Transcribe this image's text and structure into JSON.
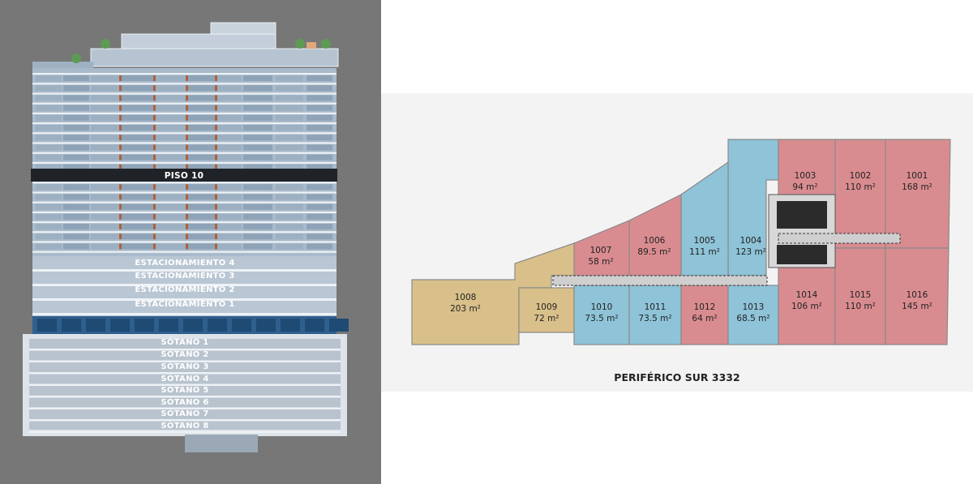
{
  "building": {
    "floor_label": "PISO 10",
    "parking_levels": [
      "ESTACIONAMIENTO 4",
      "ESTACIONAMIENTO 3",
      "ESTACIONAMIENTO 2",
      "ESTACIONAMIENTO 1"
    ],
    "basement_levels": [
      "SÓTANO 1",
      "SÓTANO 2",
      "SÓTANO 3",
      "SÓTANO 4",
      "SÓTANO 5",
      "SÓTANO 6",
      "SÓTANO 7",
      "SÓTANO 8"
    ]
  },
  "plan": {
    "street_label": "PERIFÉRICO SUR 3332",
    "colors": {
      "red": "#d98c90",
      "blue": "#8ec3d8",
      "yellow": "#d9c08a"
    },
    "units": [
      {
        "id": "1001",
        "number": "1001",
        "area": "168 m²",
        "color": "red"
      },
      {
        "id": "1002",
        "number": "1002",
        "area": "110 m²",
        "color": "red"
      },
      {
        "id": "1003",
        "number": "1003",
        "area": "94 m²",
        "color": "red"
      },
      {
        "id": "1004",
        "number": "1004",
        "area": "123 m²",
        "color": "blue"
      },
      {
        "id": "1005",
        "number": "1005",
        "area": "111 m²",
        "color": "blue"
      },
      {
        "id": "1006",
        "number": "1006",
        "area": "89.5 m²",
        "color": "red"
      },
      {
        "id": "1007",
        "number": "1007",
        "area": "58 m²",
        "color": "red"
      },
      {
        "id": "1008",
        "number": "1008",
        "area": "203 m²",
        "color": "yellow"
      },
      {
        "id": "1009",
        "number": "1009",
        "area": "72 m²",
        "color": "yellow"
      },
      {
        "id": "1010",
        "number": "1010",
        "area": "73.5 m²",
        "color": "blue"
      },
      {
        "id": "1011",
        "number": "1011",
        "area": "73.5 m²",
        "color": "blue"
      },
      {
        "id": "1012",
        "number": "1012",
        "area": "64 m²",
        "color": "red"
      },
      {
        "id": "1013",
        "number": "1013",
        "area": "68.5 m²",
        "color": "blue"
      },
      {
        "id": "1014",
        "number": "1014",
        "area": "106 m²",
        "color": "red"
      },
      {
        "id": "1015",
        "number": "1015",
        "area": "110 m²",
        "color": "red"
      },
      {
        "id": "1016",
        "number": "1016",
        "area": "145 m²",
        "color": "red"
      }
    ]
  }
}
